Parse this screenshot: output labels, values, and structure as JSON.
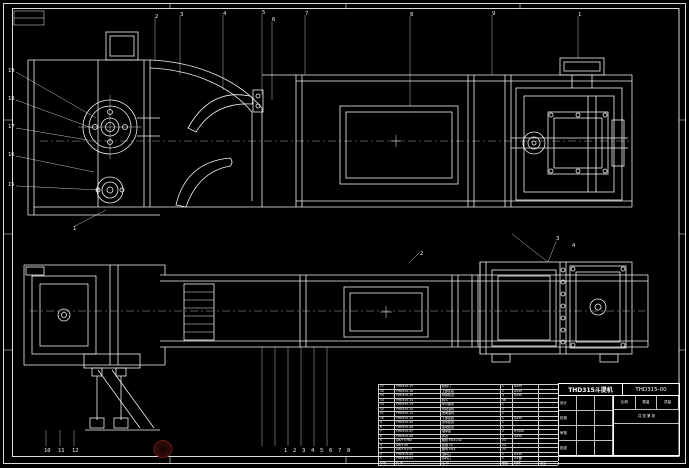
{
  "drawing": {
    "bg": "#000000",
    "line_color": "#f2f2f2",
    "stamp_color": "#2d0b0b",
    "stamp_ring_color": "#6b1616"
  },
  "title_block": {
    "product_name": "THD315斗提机",
    "drawing_no": "THD315-00",
    "sign_rows": [
      "设计",
      "校核",
      "审核",
      "批准"
    ],
    "scale_label": "比例",
    "qty_label": "数量",
    "weight_label": "质量",
    "sheet_label": "共 张 第 张"
  },
  "bom": {
    "headers": [
      "序号",
      "代  号",
      "名  称",
      "数量",
      "材料",
      "备注"
    ],
    "rows": [
      [
        "17",
        "THD315-17",
        "检视门",
        "1",
        "Q235",
        ""
      ],
      [
        "16",
        "THD315-16",
        "上部区段",
        "1",
        "Q235",
        ""
      ],
      [
        "15",
        "THD315-15",
        "中部机壳",
        "4",
        "Q235",
        ""
      ],
      [
        "14",
        "THD315-14",
        "料斗",
        "38",
        "",
        ""
      ],
      [
        "13",
        "THD315-13",
        "牵引胶带",
        "1",
        "",
        ""
      ],
      [
        "12",
        "THD315-12",
        "传动滚筒",
        "1",
        "",
        ""
      ],
      [
        "11",
        "THD315-11",
        "改向滚筒",
        "1",
        "",
        ""
      ],
      [
        "10",
        "THD315-10",
        "下部区段",
        "1",
        "Q235",
        ""
      ],
      [
        "9",
        "THD315-09",
        "张紧装置",
        "1",
        "",
        ""
      ],
      [
        "8",
        "THD315-08",
        "驱动装置",
        "1",
        "",
        ""
      ],
      [
        "7",
        "THD315-07",
        "轴承座",
        "2",
        "HT200",
        ""
      ],
      [
        "6",
        "THD315-06",
        "护罩",
        "1",
        "Q235",
        ""
      ],
      [
        "5",
        "GB/T 5782",
        "螺栓 M12×40",
        "24",
        "",
        ""
      ],
      [
        "4",
        "GB/T 95",
        "垫圈 12",
        "24",
        "",
        ""
      ],
      [
        "3",
        "GB/T 6170",
        "螺母 M12",
        "24",
        "",
        ""
      ],
      [
        "2",
        "THD315-02",
        "进料口",
        "1",
        "Q235",
        ""
      ],
      [
        "1",
        "THD315-01",
        "卸料口",
        "1",
        "Q235",
        ""
      ]
    ]
  },
  "callouts": [
    [
      155,
      18,
      "2"
    ],
    [
      180,
      16,
      "3"
    ],
    [
      223,
      15,
      "4"
    ],
    [
      262,
      14,
      "5"
    ],
    [
      272,
      21,
      "6"
    ],
    [
      305,
      15,
      "7"
    ],
    [
      410,
      16,
      "8"
    ],
    [
      492,
      15,
      "9"
    ],
    [
      578,
      16,
      "1"
    ],
    [
      8,
      72,
      "19"
    ],
    [
      8,
      100,
      "18"
    ],
    [
      8,
      128,
      "17"
    ],
    [
      8,
      156,
      "16"
    ],
    [
      8,
      186,
      "15"
    ],
    [
      73,
      230,
      "1"
    ],
    [
      420,
      255,
      "2"
    ],
    [
      556,
      240,
      "3"
    ],
    [
      572,
      247,
      "4"
    ],
    [
      44,
      452,
      "10"
    ],
    [
      58,
      452,
      "11"
    ],
    [
      72,
      452,
      "12"
    ],
    [
      284,
      452,
      "1"
    ],
    [
      293,
      452,
      "2"
    ],
    [
      302,
      452,
      "3"
    ],
    [
      311,
      452,
      "4"
    ],
    [
      320,
      452,
      "5"
    ],
    [
      329,
      452,
      "6"
    ],
    [
      338,
      452,
      "7"
    ],
    [
      347,
      452,
      "8"
    ]
  ]
}
